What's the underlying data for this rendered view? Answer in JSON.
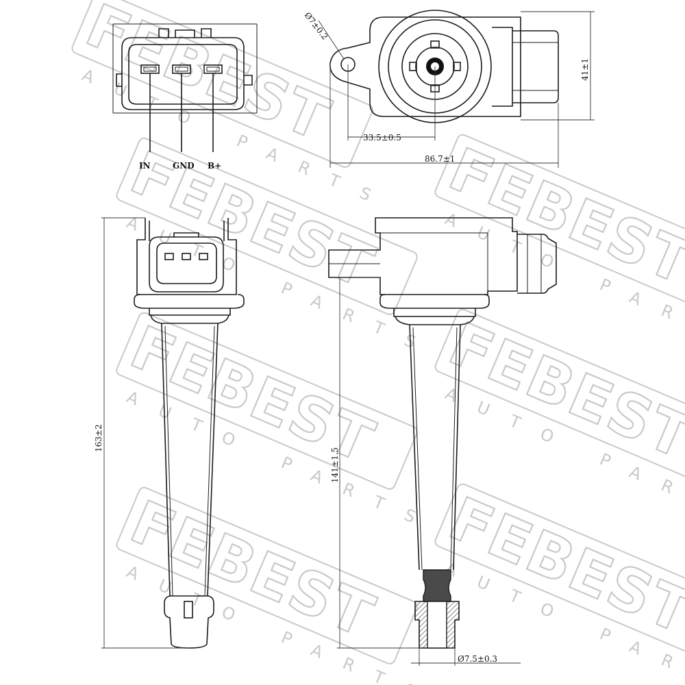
{
  "watermark": {
    "brand": "FEBEST",
    "tagline": "AUTO PARTS"
  },
  "connector_pins": [
    "IN",
    "GND",
    "B+"
  ],
  "dimensions": {
    "mount_hole": "Ø7±0.2",
    "hole_offset": "33.5±0.5",
    "overall_width": "86.7±1",
    "body_depth": "41±1",
    "overall_length": "163±2",
    "boot_length": "141±1.5",
    "tip_diameter": "Ø7.5±0.3"
  },
  "colors": {
    "line": "#1a1a1a",
    "watermark": "#c9c9c9",
    "hatch": "#555555",
    "background": "#ffffff"
  }
}
